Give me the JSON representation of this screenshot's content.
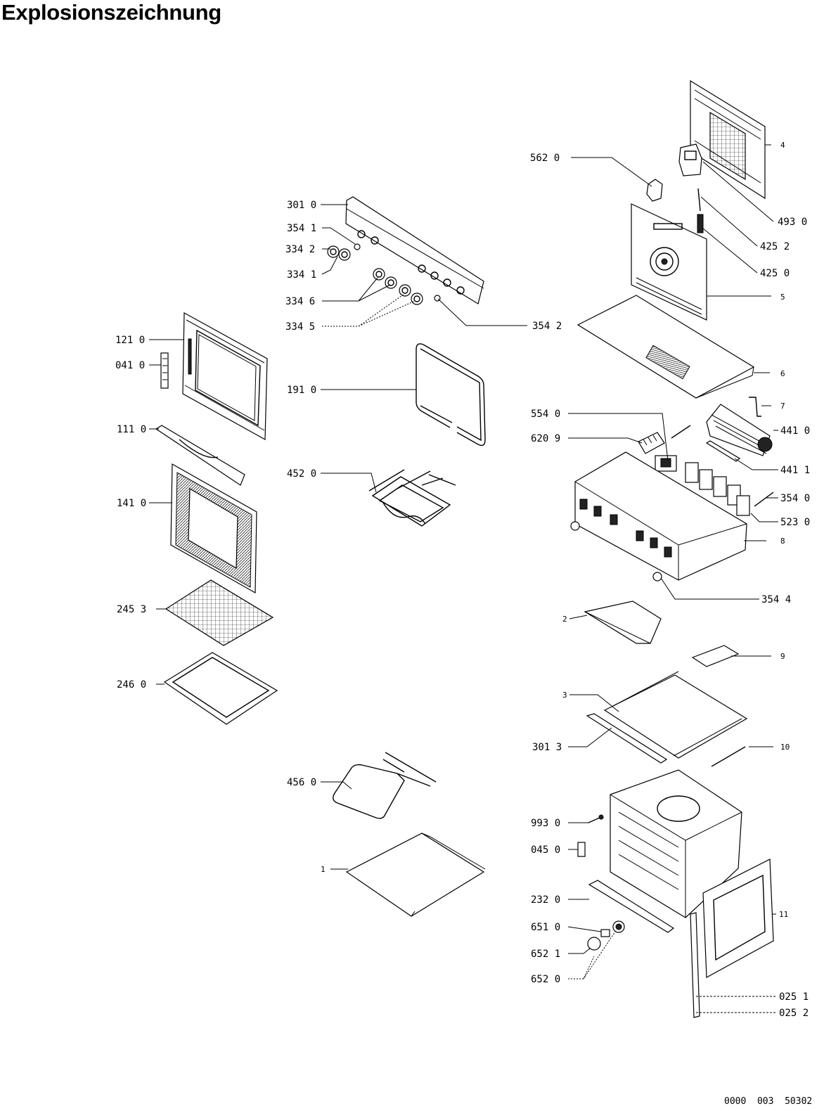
{
  "title": "Explosionszeichnung",
  "footer": "0000  003  50302",
  "labels": {
    "p5620": "562 0",
    "p4930": "493 0",
    "p4252": "425 2",
    "p4250": "425 0",
    "p4": "4",
    "p5": "5",
    "p3010": "301 0",
    "p3541": "354 1",
    "p3342": "334 2",
    "p3341": "334 1",
    "p3346": "334 6",
    "p3345": "334 5",
    "p3542": "354 2",
    "p6": "6",
    "p1210": "121 0",
    "p0410": "041 0",
    "p1910": "191 0",
    "p7": "7",
    "p5540": "554 0",
    "p4410": "441 0",
    "p6209": "620 9",
    "p4411": "441 1",
    "p1110": "111 0",
    "p4520": "452 0",
    "p3540": "354 0",
    "p1410": "141 0",
    "p5230": "523 0",
    "p8": "8",
    "p3544": "354 4",
    "p2453": "245 3",
    "p2": "2",
    "p9": "9",
    "p2460": "246 0",
    "p3": "3",
    "p3013": "301 3",
    "p10": "10",
    "p4560": "456 0",
    "p9930": "993 0",
    "p1": "1",
    "p0450": "045 0",
    "p2320": "232 0",
    "p11": "11",
    "p6510": "651 0",
    "p6521": "652 1",
    "p6520": "652 0",
    "p0251": "025 1",
    "p0252": "025 2"
  }
}
